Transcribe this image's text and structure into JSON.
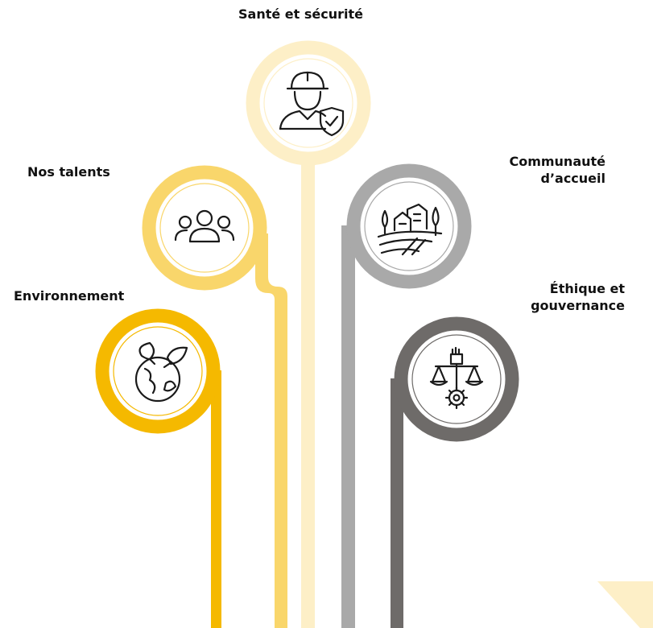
{
  "pillars": [
    {
      "id": "sante",
      "label": "Santé et sécurité",
      "lines": [
        "Santé et sécurité"
      ],
      "icon": "worker-shield-icon",
      "color": "#FDEFC7"
    },
    {
      "id": "talents",
      "label": "Nos talents",
      "lines": [
        "Nos talents"
      ],
      "icon": "people-group-icon",
      "color": "#F9D66B"
    },
    {
      "id": "environnement",
      "label": "Environnement",
      "lines": [
        "Environnement"
      ],
      "icon": "globe-leaves-icon",
      "color": "#F5B900"
    },
    {
      "id": "communaute",
      "label": "Communauté d’accueil",
      "lines": [
        "Communauté",
        "d’accueil"
      ],
      "icon": "village-landscape-icon",
      "color": "#A9A9A9"
    },
    {
      "id": "ethique",
      "label": "Éthique et gouvernance",
      "lines": [
        "Éthique et",
        "gouvernance"
      ],
      "icon": "scales-fist-gear-icon",
      "color": "#6E6B69"
    }
  ],
  "accent_corner_color": "#FDEFC7"
}
